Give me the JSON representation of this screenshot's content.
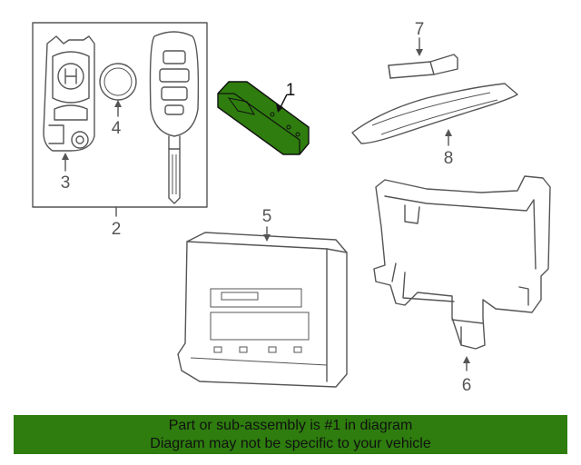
{
  "callouts": {
    "c1": "1",
    "c2": "2",
    "c3": "3",
    "c4": "4",
    "c5": "5",
    "c6": "6",
    "c7": "7",
    "c8": "8"
  },
  "highlight_color": "#2e7d0e",
  "banner": {
    "line1": "Part or sub-assembly is #1 in diagram",
    "line2": "Diagram may not be specific to your vehicle"
  }
}
